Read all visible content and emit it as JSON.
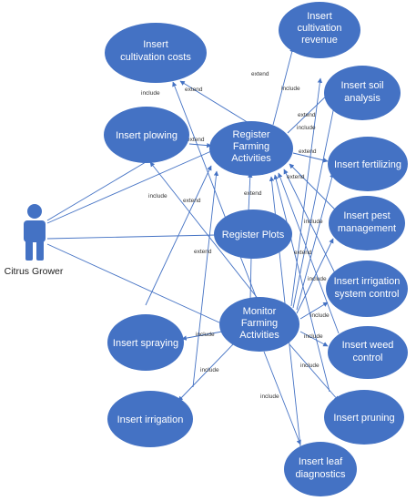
{
  "actor": {
    "label": "Citrus Grower"
  },
  "use_cases": {
    "insert_cultivation_costs": [
      "Insert",
      "cultivation costs"
    ],
    "insert_cultivation_revenue": [
      "Insert",
      "cultivation",
      "revenue"
    ],
    "insert_plowing": [
      "Insert plowing"
    ],
    "register_farming_activities": [
      "Register",
      "Farming",
      "Activities"
    ],
    "insert_soil_analysis": [
      "Insert soil",
      "analysis"
    ],
    "insert_fertilizing": [
      "Insert fertilizing"
    ],
    "register_plots": [
      "Register Plots"
    ],
    "insert_pest_management": [
      "Insert pest",
      "management"
    ],
    "insert_irrigation_system_control": [
      "Insert irrigation",
      "system control"
    ],
    "monitor_farming_activities": [
      "Monitor",
      "Farming",
      "Activities"
    ],
    "insert_spraying": [
      "Insert spraying"
    ],
    "insert_weed_control": [
      "Insert weed",
      "control"
    ],
    "insert_irrigation": [
      "Insert irrigation"
    ],
    "insert_pruning": [
      "Insert pruning"
    ],
    "insert_leaf_diagnostics": [
      "Insert leaf",
      "diagnostics"
    ]
  },
  "relation_labels": {
    "include": "include",
    "extend": "extend"
  },
  "colors": {
    "use_case_fill": "#4472C4",
    "edge": "#4472C4",
    "use_case_text": "#FFFFFF"
  }
}
